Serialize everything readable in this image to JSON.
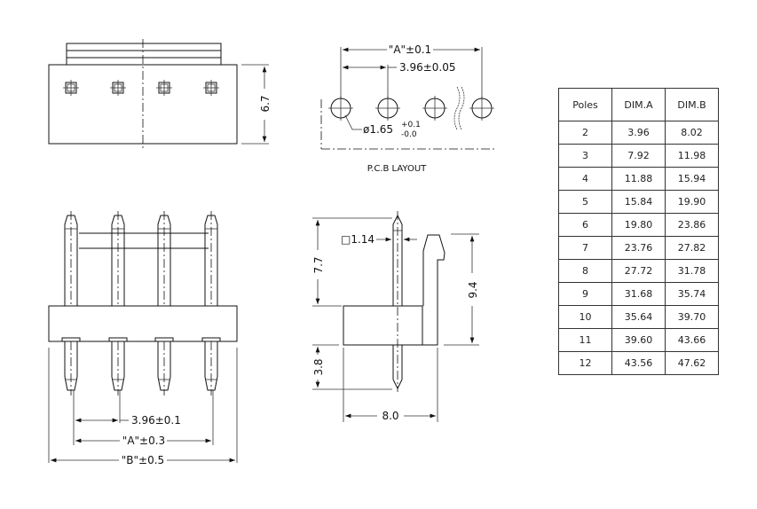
{
  "front_view": {
    "height_label": "6.7"
  },
  "pcb_layout": {
    "title": "P.C.B LAYOUT",
    "overall_label": "\"A\"±0.1",
    "pitch_label": "3.96±0.05",
    "hole_label": "ø1.65",
    "hole_tol_plus": "+0.1",
    "hole_tol_minus": "-0.0"
  },
  "side_view": {
    "pin_square_label": "□1.14",
    "upper_label": "7.7",
    "overall_height_label": "9.4",
    "lower_label": "3.8",
    "depth_label": "8.0"
  },
  "bottom_view": {
    "pitch_label": "3.96±0.1",
    "a_label": "\"A\"±0.3",
    "b_label": "\"B\"±0.5"
  },
  "table": {
    "headers": [
      "Poles",
      "DIM.A",
      "DIM.B"
    ],
    "rows": [
      [
        "2",
        "3.96",
        "8.02"
      ],
      [
        "3",
        "7.92",
        "11.98"
      ],
      [
        "4",
        "11.88",
        "15.94"
      ],
      [
        "5",
        "15.84",
        "19.90"
      ],
      [
        "6",
        "19.80",
        "23.86"
      ],
      [
        "7",
        "23.76",
        "27.82"
      ],
      [
        "8",
        "27.72",
        "31.78"
      ],
      [
        "9",
        "31.68",
        "35.74"
      ],
      [
        "10",
        "35.64",
        "39.70"
      ],
      [
        "11",
        "39.60",
        "43.66"
      ],
      [
        "12",
        "43.56",
        "47.62"
      ]
    ]
  }
}
